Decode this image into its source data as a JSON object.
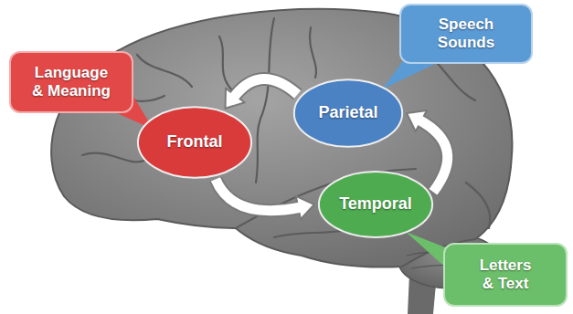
{
  "diagram": {
    "nodes": [
      {
        "text": [
          "Speech Sounds"
        ]
      },
      {
        "text": [
          "Language & Meaning"
        ]
      },
      {
        "text": [
          "Parietal"
        ]
      },
      {
        "text": [
          "Frontal"
        ]
      },
      {
        "text": [
          "Temporal"
        ]
      },
      {
        "text": [
          "Letters & Text"
        ]
      }
    ],
    "edges": [
      {
        "from": 3,
        "to": 4,
        "arrow": "to"
      },
      {
        "from": 4,
        "to": 2,
        "arrow": "to"
      },
      {
        "from": 2,
        "to": 3,
        "arrow": "to"
      }
    ]
  }
}
